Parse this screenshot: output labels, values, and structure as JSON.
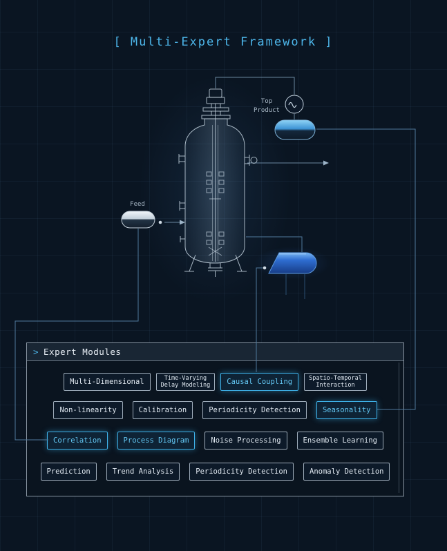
{
  "title": "[ Multi-Expert Framework ]",
  "diagram": {
    "top_product_label": "Top\nProduct",
    "feed_label": "Feed"
  },
  "panel": {
    "header_prefix": ">",
    "header_title": "Expert Modules",
    "rows": [
      [
        {
          "label": "Multi-Dimensional",
          "highlighted": false,
          "small": false
        },
        {
          "label": "Time-Varying\nDelay Modeling",
          "highlighted": false,
          "small": true
        },
        {
          "label": "Causal Coupling",
          "highlighted": true,
          "small": false
        },
        {
          "label": "Spatio-Temporal\nInteraction",
          "highlighted": false,
          "small": true
        }
      ],
      [
        {
          "label": "Non-linearity",
          "highlighted": false,
          "small": false
        },
        {
          "label": "Calibration",
          "highlighted": false,
          "small": false
        },
        {
          "label": "Periodicity Detection",
          "highlighted": false,
          "small": false
        },
        {
          "label": "Seasonality",
          "highlighted": true,
          "small": false
        }
      ],
      [
        {
          "label": "Correlation",
          "highlighted": true,
          "small": false
        },
        {
          "label": "Process Diagram",
          "highlighted": true,
          "small": false
        },
        {
          "label": "Noise Processing",
          "highlighted": false,
          "small": false
        },
        {
          "label": "Ensemble Learning",
          "highlighted": false,
          "small": false
        }
      ],
      [
        {
          "label": "Prediction",
          "highlighted": false,
          "small": false
        },
        {
          "label": "Trend Analysis",
          "highlighted": false,
          "small": false
        },
        {
          "label": "Periodicity Detection",
          "highlighted": false,
          "small": false
        },
        {
          "label": "Anomaly Detection",
          "highlighted": false,
          "small": false
        }
      ]
    ]
  },
  "colors": {
    "accent_cyan": "#4db6ea",
    "module_border": "#9fadbb",
    "pipe": "#50799c",
    "vessel_blue": "#2f6ed2",
    "background": "#0a1522"
  }
}
